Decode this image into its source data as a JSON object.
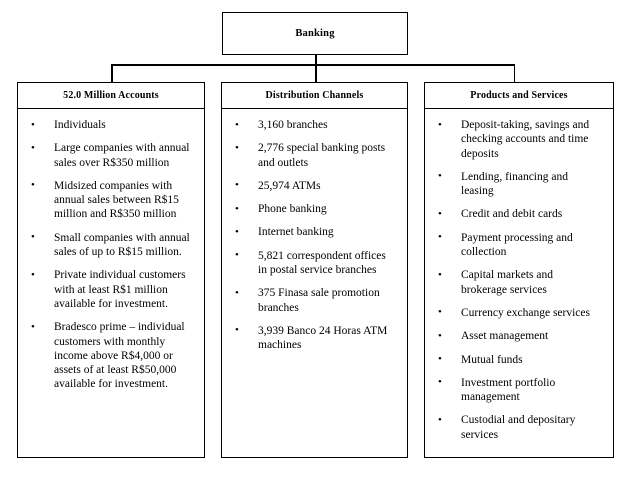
{
  "diagram": {
    "type": "organizational-chart",
    "root": {
      "label": "Banking"
    },
    "columns": [
      {
        "id": "accounts",
        "header": "52.0 Million Accounts",
        "items": [
          "Individuals",
          "Large companies with annual sales over R$350 million",
          "Midsized companies with annual sales between R$15 million and R$350 million",
          "Small companies with annual sales of up to R$15 million.",
          "Private individual customers with at least R$1 million available for investment.",
          "Bradesco prime – individual customers with monthly income above R$4,000 or assets of at least R$50,000 available for investment."
        ]
      },
      {
        "id": "distribution-channels",
        "header": "Distribution Channels",
        "items": [
          "3,160 branches",
          "2,776 special banking posts and outlets",
          "25,974 ATMs",
          "Phone banking",
          "Internet banking",
          "5,821 correspondent offices in postal service branches",
          "375 Finasa sale promotion branches",
          "3,939 Banco 24 Horas ATM machines"
        ]
      },
      {
        "id": "products-and-services",
        "header": "Products and Services",
        "items": [
          "Deposit-taking, savings and checking accounts and time deposits",
          "Lending, financing and leasing",
          "Credit and debit cards",
          "Payment processing and collection",
          "Capital markets and brokerage services",
          "Currency exchange services",
          "Asset management",
          "Mutual funds",
          "Investment portfolio management",
          "Custodial and depositary services"
        ]
      }
    ],
    "colors": {
      "background": "#ffffff",
      "stroke": "#000000",
      "text": "#000000"
    }
  }
}
